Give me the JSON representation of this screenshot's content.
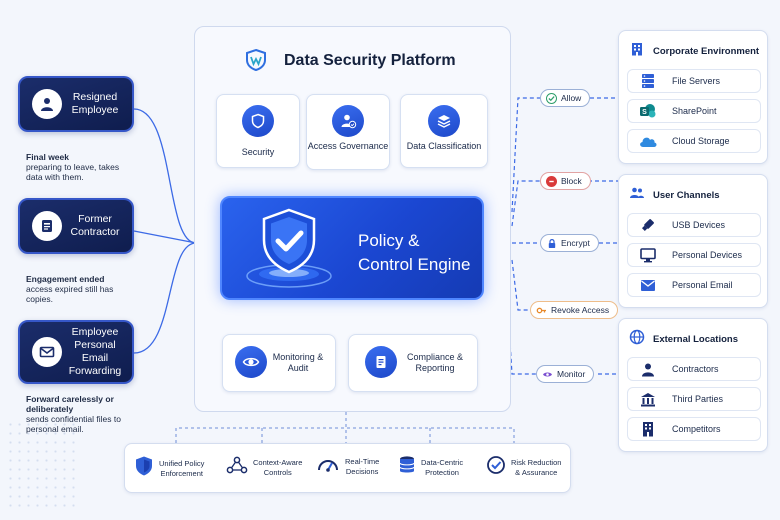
{
  "platform": {
    "title": "Data Security Platform"
  },
  "threats": [
    {
      "label": "Resigned Employee",
      "desc_bold": "Final week",
      "desc": "preparing to leave, takes data with them."
    },
    {
      "label": "Former Contractor",
      "desc_bold": "Engagement ended",
      "desc": "access expired still has copies."
    },
    {
      "label": "Employee Personal Email Forwarding",
      "desc_bold": "Forward carelessly or deliberately",
      "desc": "sends confidential files to personal email."
    }
  ],
  "capabilities": {
    "security": "Security",
    "access": "Access Governance",
    "classification": "Data Classification",
    "monitoring": "Monitoring & Audit",
    "compliance": "Compliance & Reporting"
  },
  "engine": {
    "line1": "Policy &",
    "line2": "Control Engine"
  },
  "actions": [
    {
      "label": "Allow",
      "color": "#2e9e6a"
    },
    {
      "label": "Block",
      "color": "#d93a3a"
    },
    {
      "label": "Encrypt",
      "color": "#2f5fd6"
    },
    {
      "label": "Revoke Access",
      "color": "#e8892a"
    },
    {
      "label": "Monitor",
      "color": "#7b4fd0"
    }
  ],
  "panels": {
    "corporate": {
      "title": "Corporate Environment",
      "items": [
        "File Servers",
        "SharePoint",
        "Cloud Storage"
      ]
    },
    "channels": {
      "title": "User Channels",
      "items": [
        "USB Devices",
        "Personal Devices",
        "Personal Email"
      ]
    },
    "external": {
      "title": "External Locations",
      "items": [
        "Contractors",
        "Third Parties",
        "Competitors"
      ]
    }
  },
  "outcomes": [
    {
      "line1": "Unified Policy",
      "line2": "Enforcement"
    },
    {
      "line1": "Context-Aware",
      "line2": "Controls"
    },
    {
      "line1": "Real-Time",
      "line2": "Decisions"
    },
    {
      "line1": "Data-Centric",
      "line2": "Protection"
    },
    {
      "line1": "Risk Reduction",
      "line2": "& Assurance"
    }
  ],
  "colors": {
    "accent": "#2350dc",
    "navy": "#0f1d4e",
    "brand": "#2f6fe0"
  }
}
